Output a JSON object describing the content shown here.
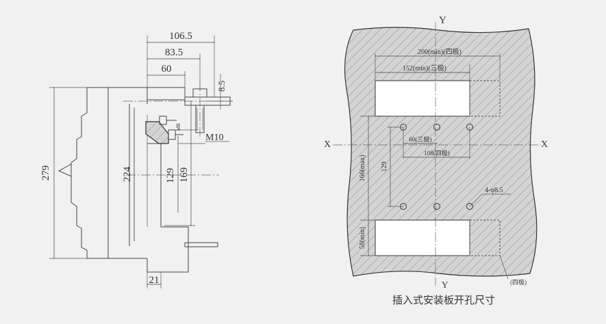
{
  "side_view": {
    "dimensions": {
      "width_overall": "106.5",
      "width_mid": "83.5",
      "width_front": "60",
      "bolt_offset": "8.5",
      "height_overall": "279",
      "height_body": "224",
      "terminal_spacing": "129",
      "terminal_height": "169",
      "base_depth": "21",
      "bolt_size": "M10",
      "small_bolt": "M8"
    }
  },
  "panel_cutout": {
    "axes": {
      "y_top": "Y",
      "y_bottom": "Y",
      "x_left": "X",
      "x_right": "X"
    },
    "dimensions": {
      "width_four_pole": "200(min)(四极)",
      "width_three_pole": "152(min)(三极)",
      "hole_spacing_three": "60(三极)",
      "hole_spacing_four": "108(四极)",
      "hole_vertical": "129",
      "height_max": "166(max)",
      "slot_height": "58(min)",
      "hole_callout": "4-φ8.5",
      "four_pole_note": "(四极)"
    },
    "caption": "插入式安装板开孔尺寸"
  }
}
